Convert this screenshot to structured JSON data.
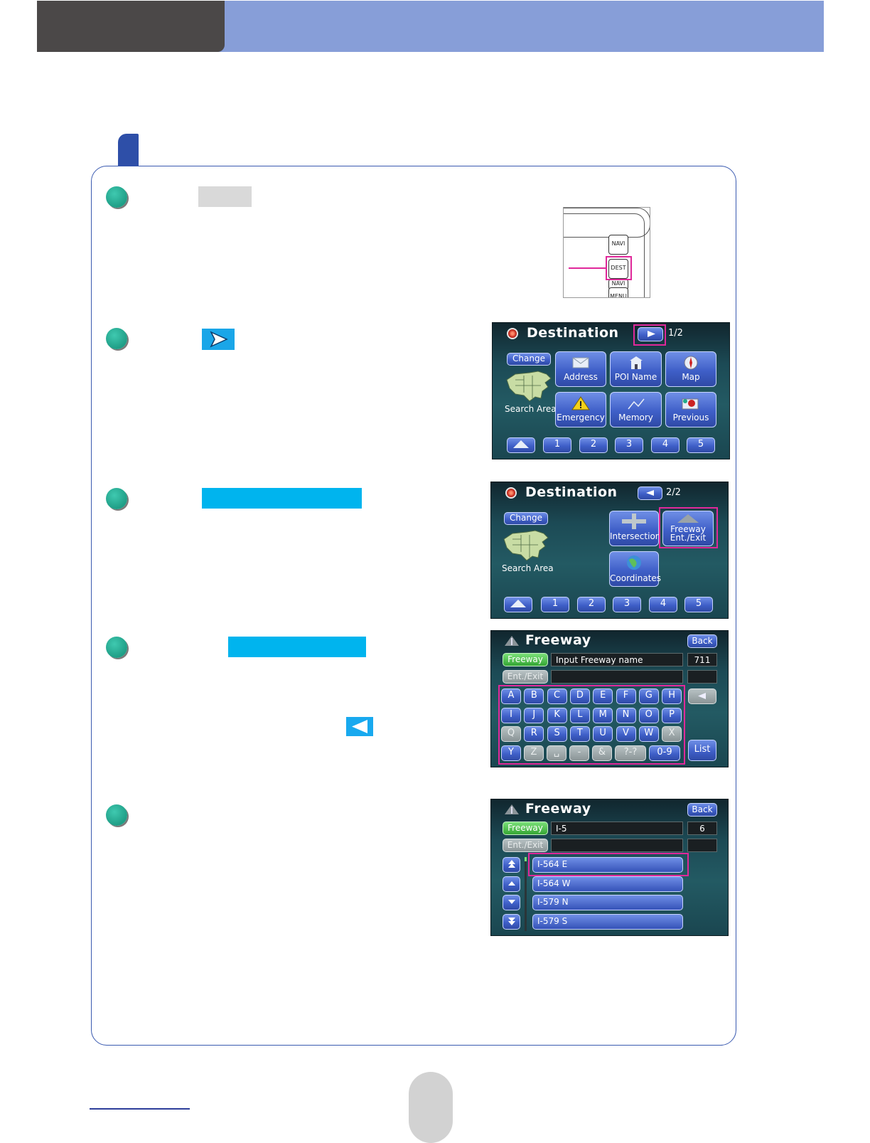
{
  "screen1": {
    "title": "Destination",
    "page": "1/2",
    "change_label": "Change",
    "search_area_label": "Search Area",
    "buttons": [
      "Address",
      "POI Name",
      "Map",
      "Emergency",
      "Memory",
      "Previous"
    ],
    "numbers": [
      "1",
      "2",
      "3",
      "4",
      "5"
    ]
  },
  "screen2": {
    "title": "Destination",
    "page": "2/2",
    "change_label": "Change",
    "search_area_label": "Search Area",
    "intersection": "Intersection",
    "freeway_line1": "Freeway",
    "freeway_line2": "Ent./Exit",
    "coordinates": "Coordinates",
    "numbers": [
      "1",
      "2",
      "3",
      "4",
      "5"
    ]
  },
  "screen3": {
    "title": "Freeway",
    "back": "Back",
    "freeway_tab": "Freeway",
    "ent_exit_tab": "Ent./Exit",
    "input_placeholder": "Input Freeway name",
    "count": "711",
    "keys_row1": [
      "A",
      "B",
      "C",
      "D",
      "E",
      "F",
      "G",
      "H"
    ],
    "keys_row2": [
      "I",
      "J",
      "K",
      "L",
      "M",
      "N",
      "O",
      "P"
    ],
    "keys_row3": [
      "Q",
      "R",
      "S",
      "T",
      "U",
      "V",
      "W",
      "X"
    ],
    "keys_row4": [
      "Y",
      "Z",
      "␣",
      "-",
      "&",
      "?-?",
      "0-9"
    ],
    "list_label": "List"
  },
  "screen4": {
    "title": "Freeway",
    "back": "Back",
    "freeway_tab": "Freeway",
    "ent_exit_tab": "Ent./Exit",
    "input_value": "I-5",
    "count": "6",
    "items": [
      "I-564 E",
      "I-564 W",
      "I-579 N",
      "I-579 S"
    ]
  },
  "hardware": {
    "key_navi": "NAVI",
    "key_dest": "DEST",
    "key_navi2": "NAVI",
    "key_menu": "MENU"
  }
}
